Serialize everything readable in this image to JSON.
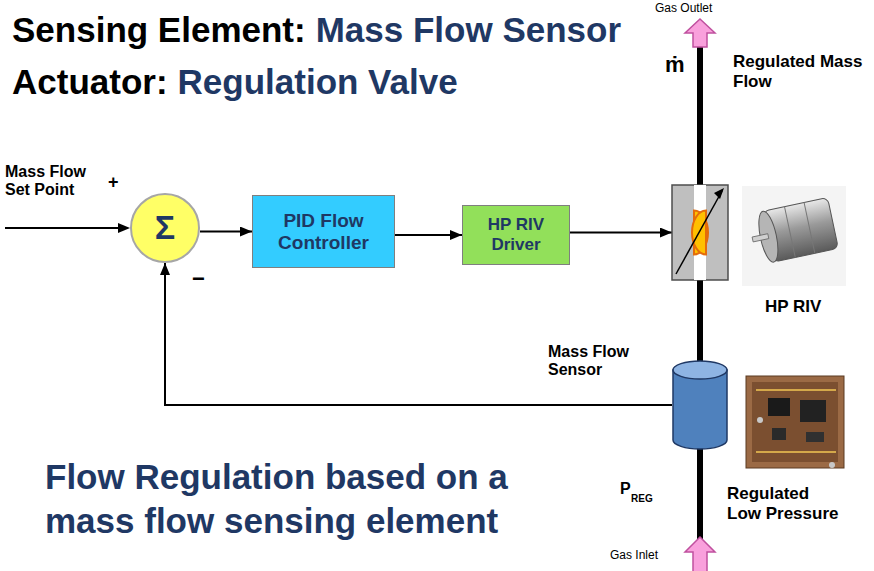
{
  "diagram": {
    "caption": "Flow Regulation based on a mass flow sensing element",
    "nodes": [
      {
        "text": [
          "Σ"
        ]
      },
      {
        "text": [
          "PID Flow Controller"
        ]
      },
      {
        "text": [
          "HP RIV Driver"
        ]
      },
      {
        "text": [
          "HP RIV"
        ]
      },
      {
        "text": [
          "Mass Flow Sensor"
        ]
      }
    ],
    "edges": [
      {
        "from": 0,
        "to": 1,
        "arrow": "to"
      },
      {
        "from": 1,
        "to": 2,
        "arrow": "to"
      },
      {
        "from": 2,
        "to": 3,
        "arrow": "to"
      },
      {
        "from": 4,
        "to": 3,
        "arrow": "none"
      },
      {
        "from": 4,
        "to": 0,
        "arrow": "to"
      }
    ],
    "labels": [
      "Sensing Element:",
      "Mass Flow Sensor",
      "Actuator:",
      "Regulation Valve",
      "Gas Outlet",
      "ṁ",
      "Regulated Mass Flow",
      "Mass Flow Set Point",
      "+",
      "−",
      "P",
      "REG",
      "Regulated Low Pressure",
      "Gas Inlet"
    ]
  }
}
